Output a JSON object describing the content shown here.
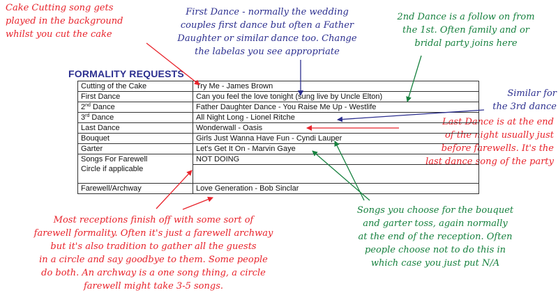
{
  "annotations": {
    "cake": [
      "Cake Cutting song gets",
      "played in the background",
      "whilst you cut the cake"
    ],
    "first_dance": [
      "First Dance - normally the wedding",
      "couples first dance but often a Father",
      "Daughter or similar dance too. Change",
      "the labelas you see appropriate"
    ],
    "second_dance": [
      "2nd Dance is a follow on from",
      "the 1st. Often family and or",
      "bridal party joins here"
    ],
    "third_dance": [
      "Similar for",
      "the 3rd dance"
    ],
    "last_dance": [
      "Last Dance is at the end",
      "of the night usually just",
      "before farewells. It's the",
      "last dance song of the party"
    ],
    "farewell": [
      "Most receptions finish off with some sort of",
      "farewell formality. Often it's just a farewell archway",
      "but it's also tradition to gather all the guests",
      "in a circle and say goodbye to them. Some people",
      "do both. An archway is a one song thing, a circle",
      "farewell might take 3-5 songs."
    ],
    "bouquet": [
      "Songs you choose for the bouquet",
      "and garter toss, again normally",
      "at the end of the reception. Often",
      "people choose not to do this in",
      "which case you just put N/A"
    ]
  },
  "section_title": "FORMALITY REQUESTS",
  "rows": [
    {
      "label": "Cutting of the Cake",
      "value": "Try Me - James Brown"
    },
    {
      "label": "First Dance",
      "value": "Can you feel the love tonight (sung live by Uncle Elton)"
    },
    {
      "label_num": "2",
      "label_sup": "nd",
      "label_rest": " Dance",
      "value": "Father Daughter Dance - You Raise Me Up - Westlife"
    },
    {
      "label_num": "3",
      "label_sup": "rd",
      "label_rest": " Dance",
      "value": "All Night Long - Lionel Ritche"
    },
    {
      "label": "Last Dance",
      "value": "Wonderwall - Oasis"
    },
    {
      "label": "Bouquet",
      "value": "Girls Just Wanna Have Fun - Cyndi Lauper"
    },
    {
      "label": "Garter",
      "value": "Let's Get It On - Marvin Gaye"
    },
    {
      "label_line1": "Songs For Farewell",
      "label_line2": "Circle if applicable",
      "value": "NOT DOING"
    },
    {
      "label": "Farewell/Archway",
      "value": "Love Generation - Bob Sinclar"
    }
  ],
  "colors": {
    "red": "#e8232b",
    "blue": "#2c2f8f",
    "green": "#17813f"
  }
}
